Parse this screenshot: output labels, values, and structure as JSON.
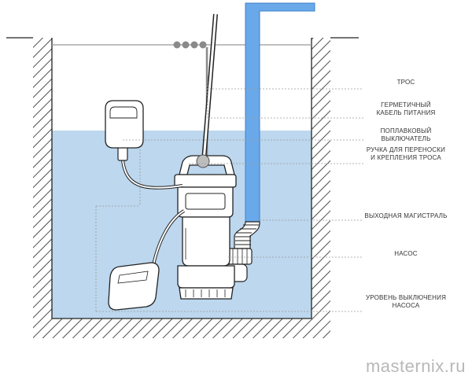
{
  "colors": {
    "water": "#bcd7ee",
    "pipe": "#6aa9e9",
    "pipe_outline": "#3d7fcb",
    "line": "#222222",
    "guide": "#9a9a9a"
  },
  "labels": {
    "rope": [
      "ТРОС"
    ],
    "power_cable": [
      "ГЕРМЕТИЧНЫЙ",
      "КАБЕЛЬ ПИТАНИЯ"
    ],
    "float_switch": [
      "ПОПЛАВКОВЫЙ",
      "ВЫКЛЮЧАТЕЛЬ"
    ],
    "handle": [
      "РУЧКА ДЛЯ ПЕРЕНОСКИ",
      "И КРЕПЛЕНИЯ ТРОСА"
    ],
    "outlet_line": [
      "ВЫХОДНАЯ МАГИСТРАЛЬ"
    ],
    "pump": [
      "НАСОС"
    ],
    "shutoff_level": [
      "УРОВЕНЬ ВЫКЛЮЧЕНИЯ",
      "НАСОСА"
    ]
  },
  "watermark": "masternix.ru"
}
